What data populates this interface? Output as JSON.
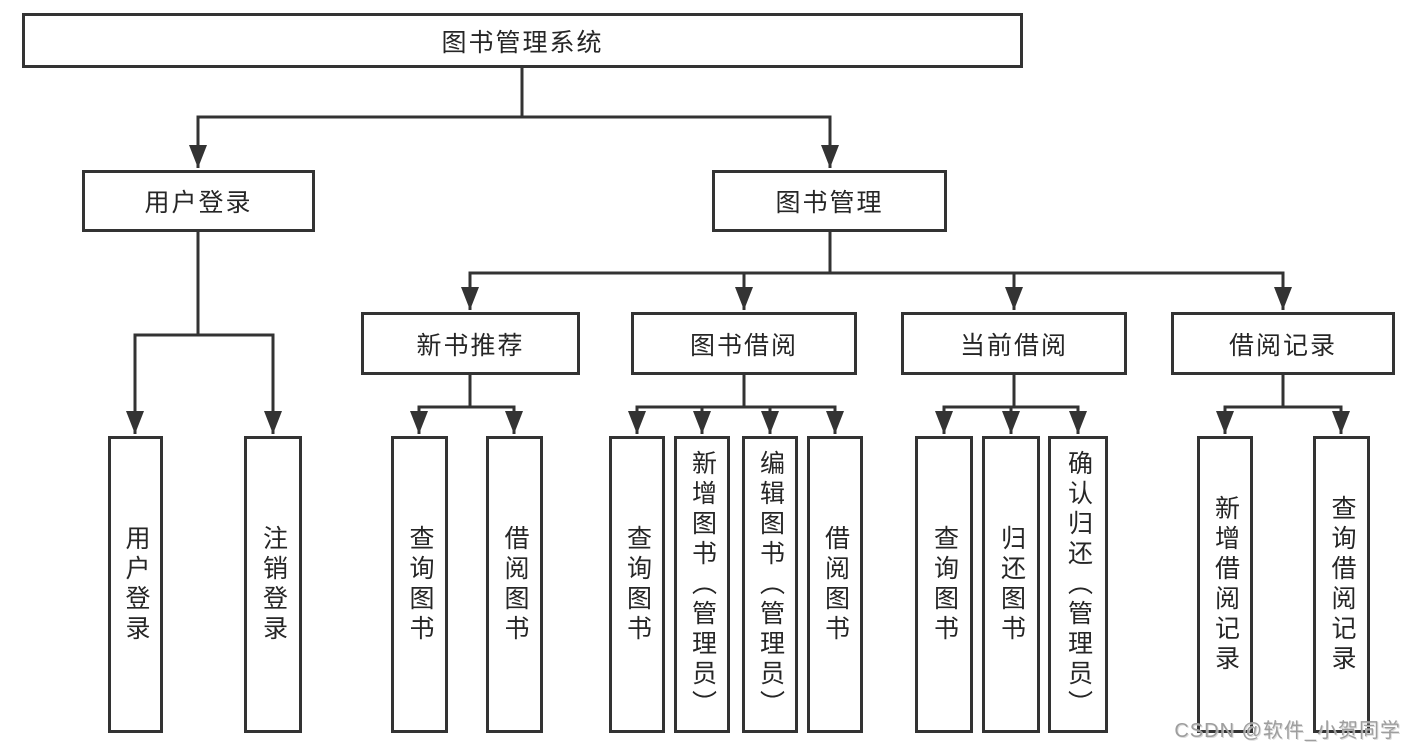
{
  "diagram": {
    "root": {
      "label": "图书管理系统"
    },
    "branches": {
      "user_login": {
        "label": "用户登录",
        "children": {
          "login": {
            "label": "用户登录"
          },
          "logout": {
            "label": "注销登录"
          }
        }
      },
      "book_mgmt": {
        "label": "图书管理",
        "children": {
          "new_book_rec": {
            "label": "新书推荐",
            "children": {
              "query_book": {
                "label": "查询图书"
              },
              "borrow_book": {
                "label": "借阅图书"
              }
            }
          },
          "book_borrow": {
            "label": "图书借阅",
            "children": {
              "query_book": {
                "label": "查询图书"
              },
              "add_book": {
                "label": "新增图书（管理员）"
              },
              "edit_book": {
                "label": "编辑图书（管理员）"
              },
              "borrow_book": {
                "label": "借阅图书"
              }
            }
          },
          "current_borrow": {
            "label": "当前借阅",
            "children": {
              "query_book": {
                "label": "查询图书"
              },
              "return_book": {
                "label": "归还图书"
              },
              "confirm_return": {
                "label": "确认归还（管理员）"
              }
            }
          },
          "borrow_records": {
            "label": "借阅记录",
            "children": {
              "add_record": {
                "label": "新增借阅记录"
              },
              "query_record": {
                "label": "查询借阅记录"
              }
            }
          }
        }
      }
    }
  },
  "watermark": {
    "text": "CSDN @软件_小贺同学"
  },
  "colors": {
    "box_border": "#333333",
    "connector": "#333333",
    "text": "#262626",
    "watermark_text": "#9e9e9e",
    "background": "#ffffff"
  }
}
